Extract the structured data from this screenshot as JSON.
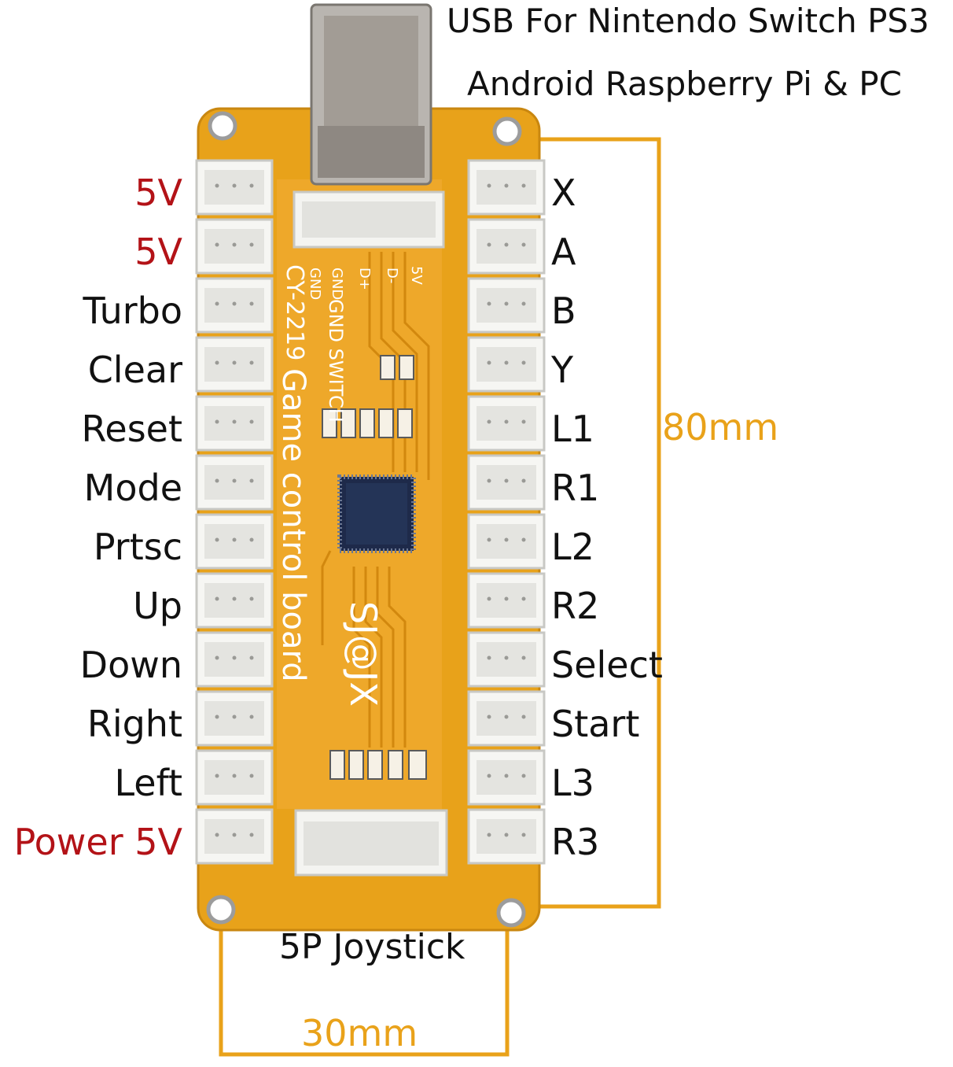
{
  "header": {
    "usb_line1": "USB For Nintendo Switch PS3",
    "usb_line2": "Android Raspberry Pi & PC"
  },
  "board": {
    "model": "CY-2219",
    "title": "Game control board",
    "switch_label": "GND SWITCH",
    "brand": "SJ@JX",
    "pins": [
      "GND",
      "GND",
      "D+",
      "D-",
      "5V"
    ]
  },
  "left_labels": [
    {
      "text": "5V",
      "color": "#b31217"
    },
    {
      "text": "5V",
      "color": "#b31217"
    },
    {
      "text": "Turbo",
      "color": "#111111"
    },
    {
      "text": "Clear",
      "color": "#111111"
    },
    {
      "text": "Reset",
      "color": "#111111"
    },
    {
      "text": "Mode",
      "color": "#111111"
    },
    {
      "text": "Prtsc",
      "color": "#111111"
    },
    {
      "text": "Up",
      "color": "#111111"
    },
    {
      "text": "Down",
      "color": "#111111"
    },
    {
      "text": "Right",
      "color": "#111111"
    },
    {
      "text": "Left",
      "color": "#111111"
    },
    {
      "text": "Power 5V",
      "color": "#b31217"
    }
  ],
  "right_labels": [
    "X",
    "A",
    "B",
    "Y",
    "L1",
    "R1",
    "L2",
    "R2",
    "Select",
    "Start",
    "L3",
    "R3"
  ],
  "dimensions": {
    "height_label": "80mm",
    "width_label": "30mm"
  },
  "bottom_connector_label": "5P Joystick",
  "colors": {
    "board": "#e8a21a",
    "dimension_line": "#e9a21a",
    "accent_red": "#b31217"
  }
}
